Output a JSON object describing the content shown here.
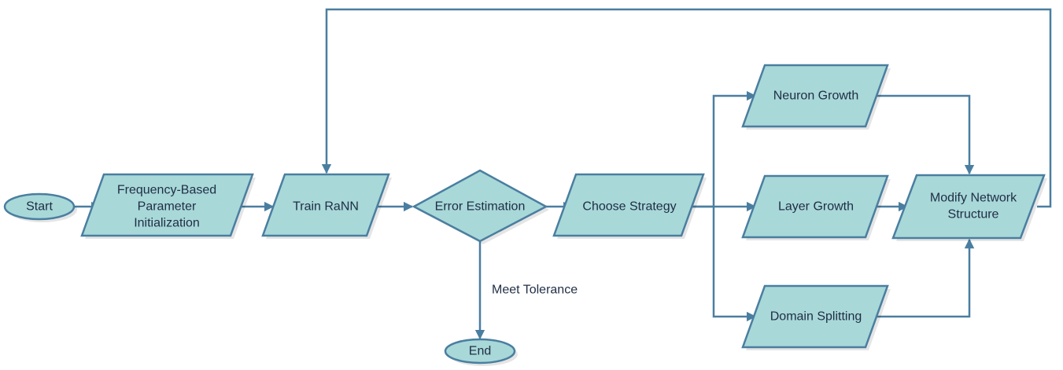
{
  "diagram": {
    "nodes": {
      "start": "Start",
      "freq_init": [
        "Frequency-Based",
        "Parameter",
        "Initialization"
      ],
      "train": "Train RaNN",
      "error": "Error Estimation",
      "choose": "Choose Strategy",
      "neuron": "Neuron Growth",
      "layer": "Layer Growth",
      "domain": "Domain Splitting",
      "modify": [
        "Modify Network",
        "Structure"
      ],
      "end": "End"
    },
    "edge_labels": {
      "meet_tolerance": "Meet Tolerance"
    },
    "colors": {
      "fill": "#a8d8d8",
      "stroke": "#4a7ea0",
      "text": "#1f2d45"
    }
  }
}
